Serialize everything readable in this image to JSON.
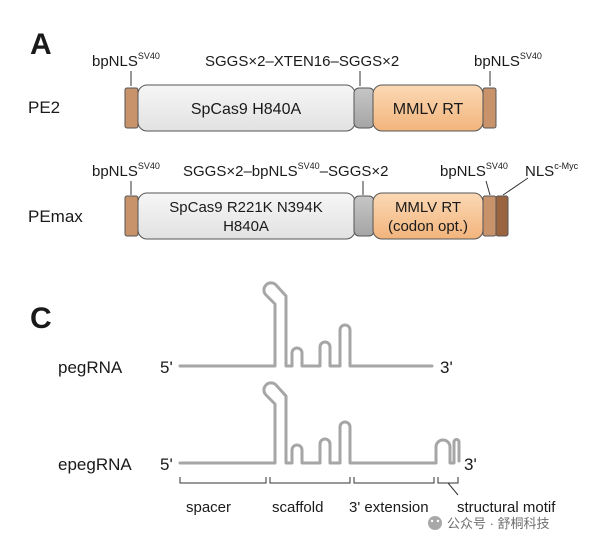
{
  "panels": {
    "a_label": "A",
    "c_label": "C"
  },
  "pe2": {
    "row_label": "PE2",
    "nls_left": "bpNLS",
    "nls_left_sup": "SV40",
    "linker": "SGGS×2–XTEN16–SGGS×2",
    "nls_right": "bpNLS",
    "nls_right_sup": "SV40",
    "cas9": "SpCas9 H840A",
    "rt": "MMLV RT"
  },
  "pemax": {
    "row_label": "PEmax",
    "nls_left": "bpNLS",
    "nls_left_sup": "SV40",
    "linker_a": "SGGS×2–bpNLS",
    "linker_sup": "SV40",
    "linker_b": "–SGGS×2",
    "nls_right": "bpNLS",
    "nls_right_sup": "SV40",
    "nls_myc": "NLS",
    "nls_myc_sup": "c-Myc",
    "cas9_line1": "SpCas9 R221K N394K",
    "cas9_line2": "H840A",
    "rt_line1": "MMLV RT",
    "rt_line2": "(codon opt.)"
  },
  "pegrna": {
    "pegrna_label": "pegRNA",
    "epegrna_label": "epegRNA",
    "five_prime": "5'",
    "three_prime": "3'",
    "regions": [
      "spacer",
      "scaffold",
      "3' extension",
      "structural motif"
    ]
  },
  "watermark": "公众号 · 舒桐科技",
  "colors": {
    "nls": "#c8926a",
    "nls_dark": "#9b6440",
    "cas9": "#eeeeee",
    "linker": "#b7b7b7",
    "rt": "#f7c79a",
    "rna": "#a6a6a6"
  }
}
